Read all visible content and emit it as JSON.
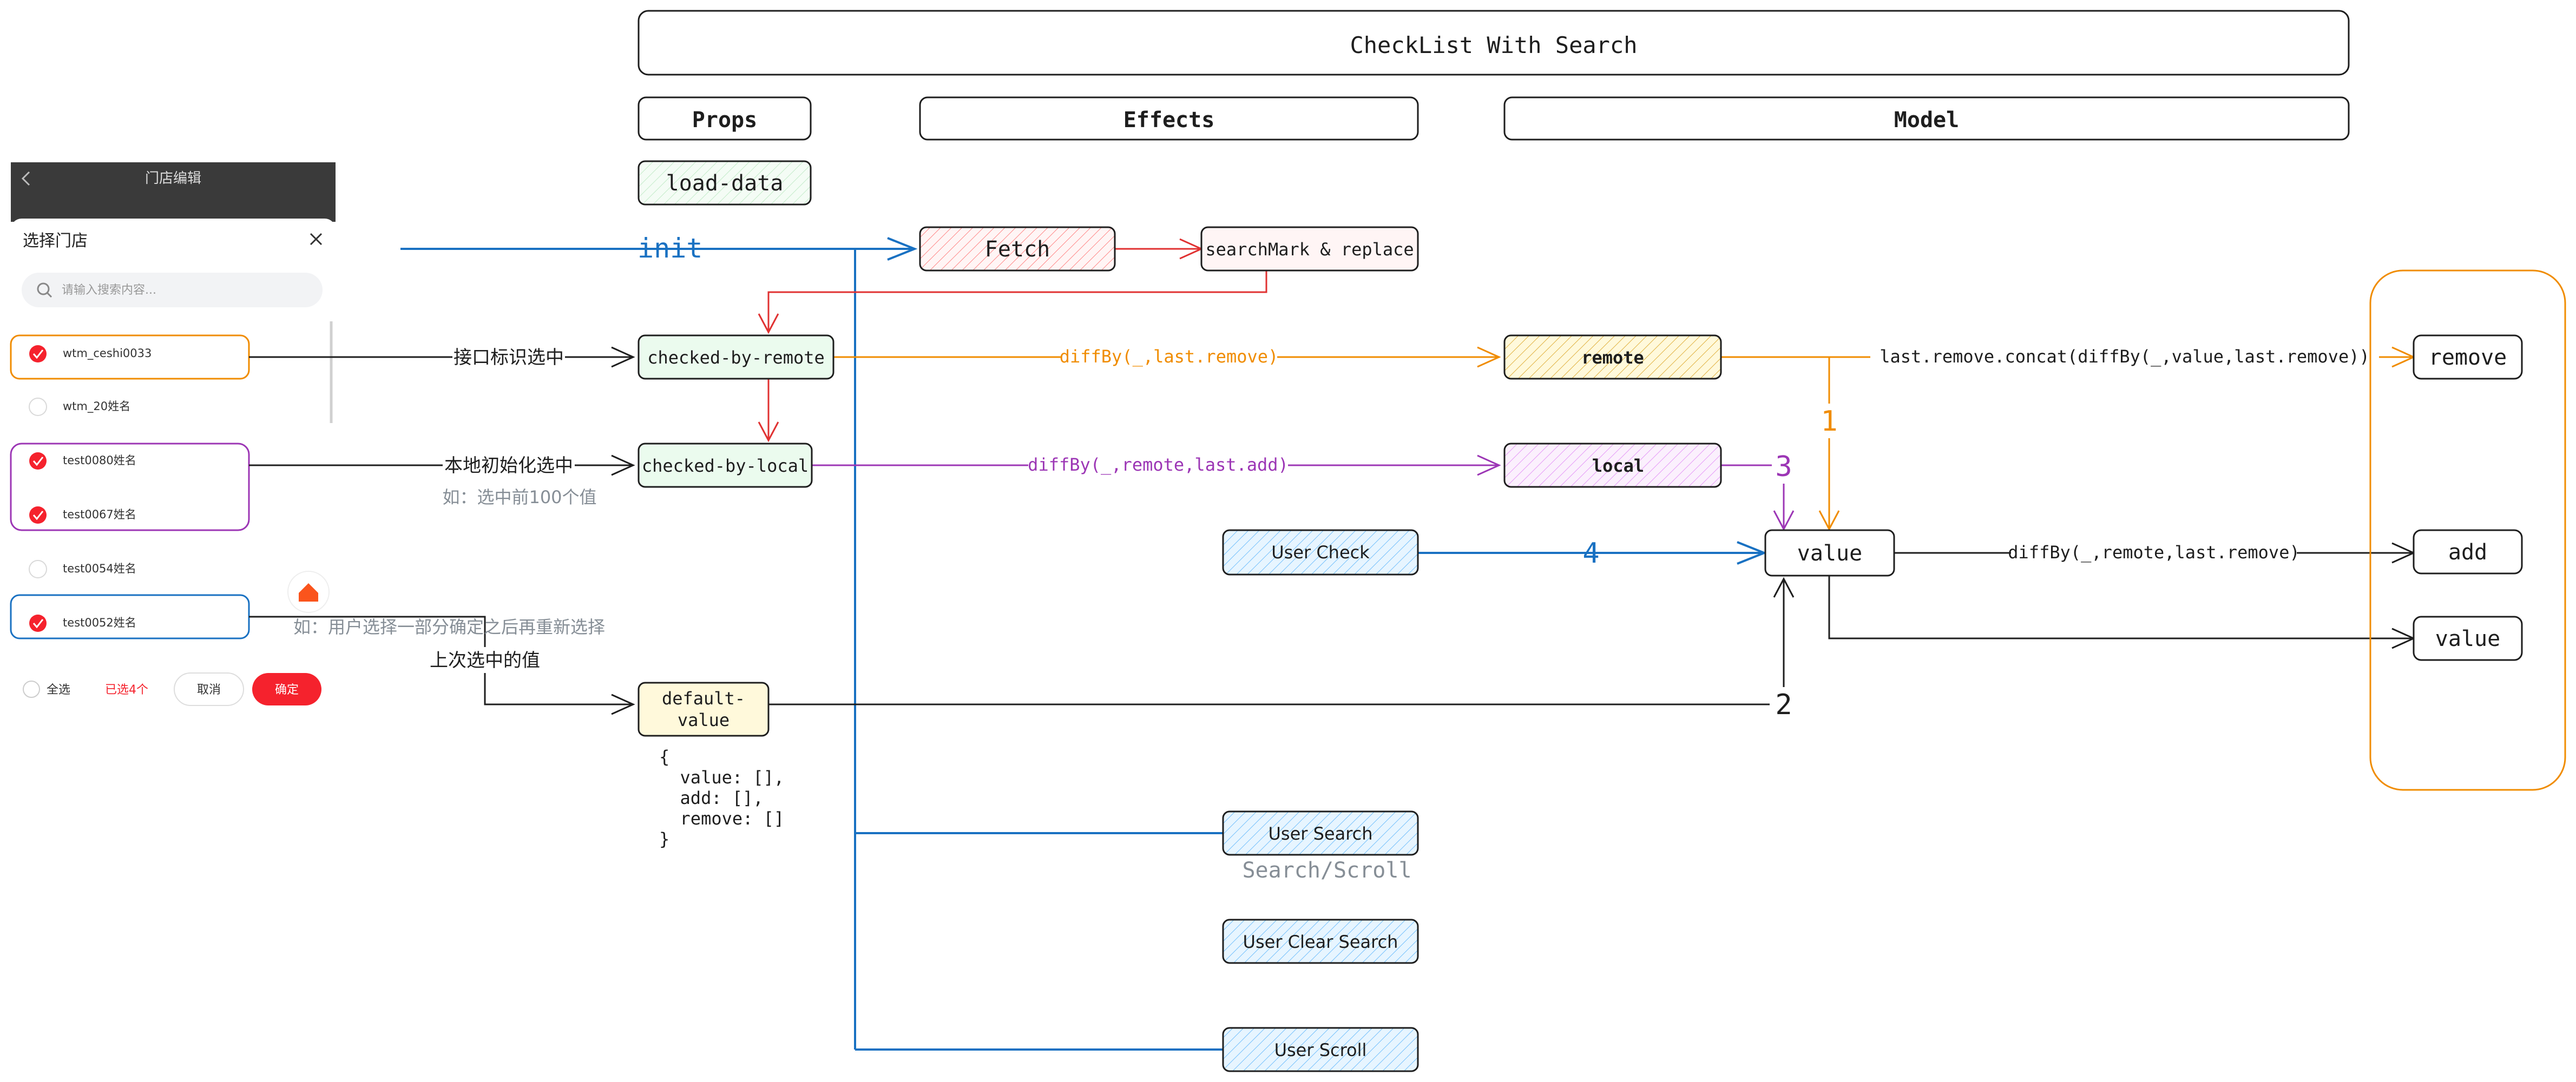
{
  "title": "CheckList With Search",
  "headers": {
    "props": "Props",
    "effects": "Effects",
    "model": "Model"
  },
  "nodes": {
    "load_data": "load-data",
    "init": "init",
    "fetch": "Fetch",
    "search_mark": "searchMark & replace",
    "checked_remote": "checked-by-remote",
    "checked_local": "checked-by-local",
    "default_value_1": "default-",
    "default_value_2": "value",
    "remote": "remote",
    "local": "local",
    "value": "value",
    "user_check": "User Check",
    "user_search": "User Search",
    "search_scroll": "Search/Scroll",
    "user_clear_search": "User Clear Search",
    "user_scroll": "User Scroll",
    "out_remove": "remove",
    "out_add": "add",
    "out_value": "value"
  },
  "edges": {
    "remote_label": "接口标识选中",
    "local_label": "本地初始化选中",
    "local_note": "如：选中前100个值",
    "default_note": "如：用户选择一部分确定之后再重新选择",
    "default_label": "上次选中的值",
    "diff_remove": "diffBy(_,last.remove)",
    "diff_add": "diffBy(_,remote,last.add)",
    "concat": "last.remove.concat(diffBy(_,value,last.remove))",
    "diff_value": "diffBy(_,remote,last.remove)",
    "num1": "1",
    "num2": "2",
    "num3": "3",
    "num4": "4"
  },
  "code": [
    "{",
    "  value: [],",
    "  add: [],",
    "  remove: []",
    "}"
  ],
  "phone": {
    "nav_title": "门店编辑",
    "sheet_title": "选择门店",
    "search_placeholder": "请输入搜索内容...",
    "items": [
      {
        "label": "wtm_ceshi0033",
        "checked": true
      },
      {
        "label": "wtm_20姓名",
        "checked": false
      },
      {
        "label": "test0080姓名",
        "checked": true
      },
      {
        "label": "test0067姓名",
        "checked": true
      },
      {
        "label": "test0054姓名",
        "checked": false
      },
      {
        "label": "test0052姓名",
        "checked": true
      }
    ],
    "select_all": "全选",
    "selected_count": "已选4个",
    "cancel": "取消",
    "confirm": "确定"
  },
  "colors": {
    "blue": "#1971c2",
    "red": "#e03131",
    "orange": "#f08c00",
    "purple": "#9c36b5",
    "green_fill": "#ebfbee",
    "red_fill": "#ffe3e3",
    "yellow_fill": "#ffec99",
    "purple_fill": "#f3d9fa",
    "blue_fill": "#d0ebff",
    "cream_fill": "#fff9db",
    "confirm_red": "#f5222d"
  }
}
